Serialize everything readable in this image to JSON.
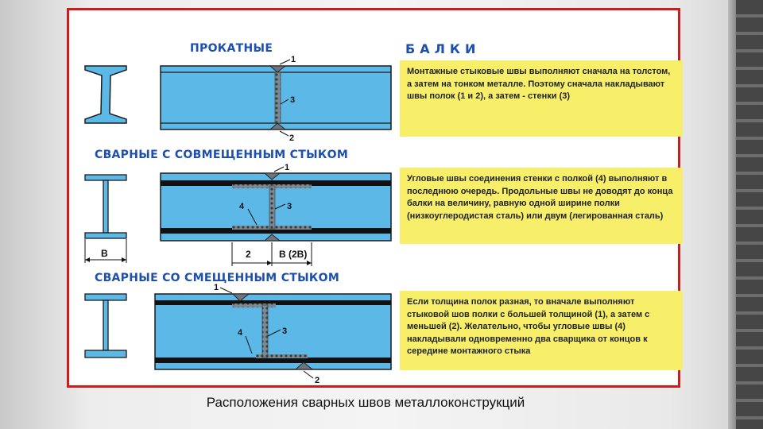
{
  "main_title": "БАЛКИ",
  "sections": [
    {
      "title": "ПРОКАТНЫЕ",
      "note": "Монтажные стыковые швы выполняют сначала на толстом, а затем на тонком металле. Поэтому сначала накладывают швы полок (1 и 2), а затем - стенки (3)"
    },
    {
      "title": "СВАРНЫЕ С СОВМЕЩЕННЫМ СТЫКОМ",
      "note": "Угловые швы соединения стенки с полкой (4) выполняют в последнюю очередь. Продольные швы не доводят до конца балки на величину, равную одной ширине полки (низкоуглеродистая сталь) или двум (легированная сталь)"
    },
    {
      "title": "СВАРНЫЕ СО СМЕЩЕННЫМ СТЫКОМ",
      "note": "Если толщина полок разная, то вначале выполняют стыковой шов полки с большей толщиной (1), а затем с меньшей (2). Желательно, чтобы угловые швы (4) накладывали одновременно два сварщика от концов к середине монтажного стыка"
    }
  ],
  "labels": {
    "n1": "1",
    "n2": "2",
    "n3": "3",
    "n4": "4",
    "dim_b": "B",
    "dim_2": "2",
    "dim_b2": "B (2B)"
  },
  "caption": "Расположения сварных швов металлоконструкций",
  "colors": {
    "beam": "#5cb8e6",
    "beam_stroke": "#1c1c1c",
    "note_bg": "#f7ee6a",
    "border": "#d11a1a",
    "title": "#1d4fae"
  }
}
